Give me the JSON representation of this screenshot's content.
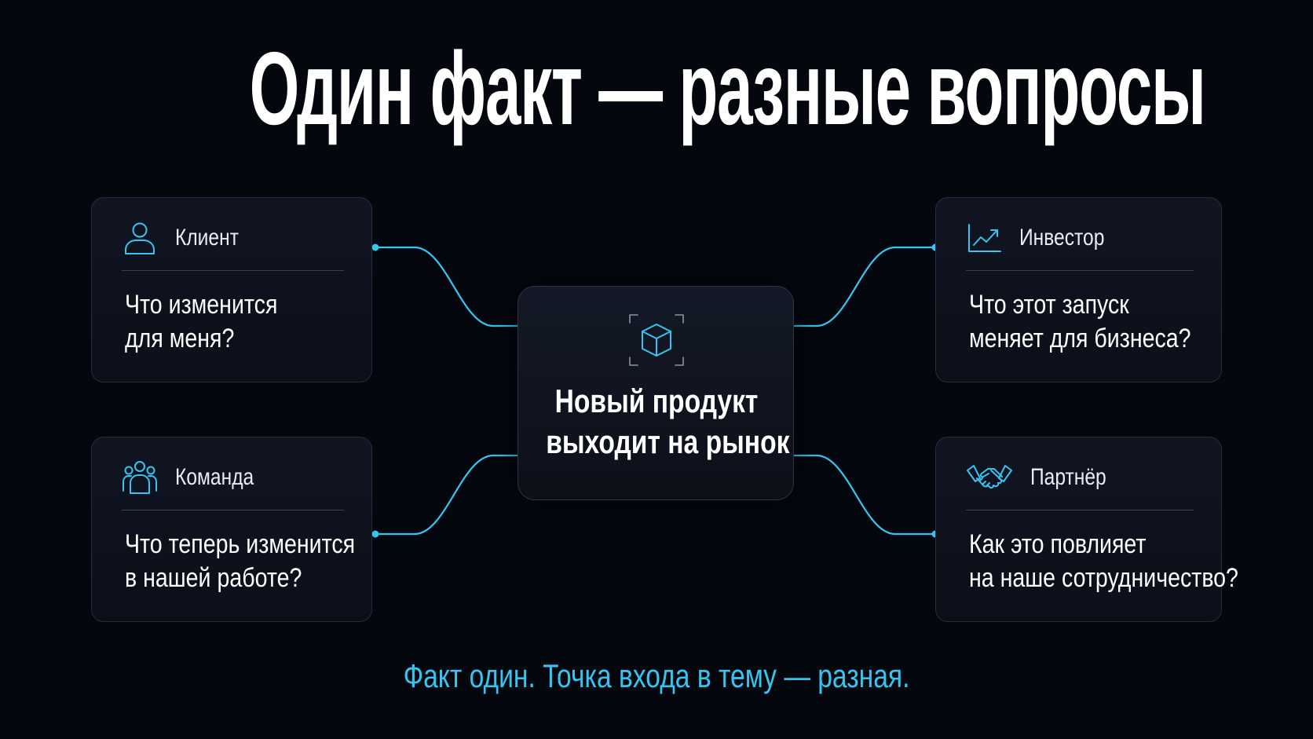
{
  "title": "Один факт — разные вопросы",
  "center": {
    "line1": "Новый продукт",
    "line2": "выходит на рынок",
    "icon": "cube-icon"
  },
  "cards": {
    "client": {
      "label": "Клиент",
      "icon": "user-icon",
      "question_line1": "Что изменится",
      "question_line2": "для меня?"
    },
    "investor": {
      "label": "Инвестор",
      "icon": "chart-growth-icon",
      "question_line1": "Что этот запуск",
      "question_line2": "меняет для бизнеса?"
    },
    "team": {
      "label": "Команда",
      "icon": "team-icon",
      "question_line1": "Что теперь изменится",
      "question_line2": "в нашей работе?"
    },
    "partner": {
      "label": "Партнёр",
      "icon": "handshake-icon",
      "question_line1": "Как это повлияет",
      "question_line2": "на наше сотрудничество?"
    }
  },
  "footer": "Факт один. Точка входа в тему — разная.",
  "colors": {
    "background": "#05070f",
    "accent": "#36c5f0",
    "card_border": "#262c3a",
    "text": "#ffffff"
  }
}
